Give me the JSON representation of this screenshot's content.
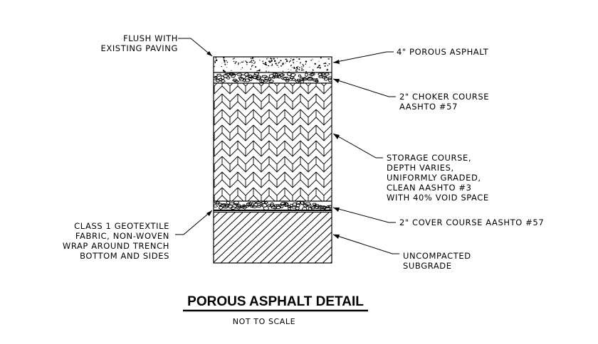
{
  "title": "POROUS ASPHALT DETAIL",
  "subtitle": "NOT TO SCALE",
  "callouts": {
    "flush": [
      "FLUSH WITH",
      "EXISTING PAVING"
    ],
    "asphalt": [
      "4\" POROUS ASPHALT"
    ],
    "choker": [
      "2\" CHOKER COURSE",
      "AASHTO #57"
    ],
    "storage": [
      "STORAGE COURSE,",
      "DEPTH VARIES,",
      "UNIFORMLY GRADED,",
      "CLEAN AASHTO #3",
      "WITH 40% VOID SPACE"
    ],
    "cover": [
      "2\" COVER COURSE AASHTO #57"
    ],
    "geotextile": [
      "CLASS 1 GEOTEXTILE",
      "FABRIC, NON-WOVEN",
      "WRAP AROUND TRENCH",
      "BOTTOM AND SIDES"
    ],
    "subgrade": [
      "UNCOMPACTED",
      "SUBGRADE"
    ]
  }
}
